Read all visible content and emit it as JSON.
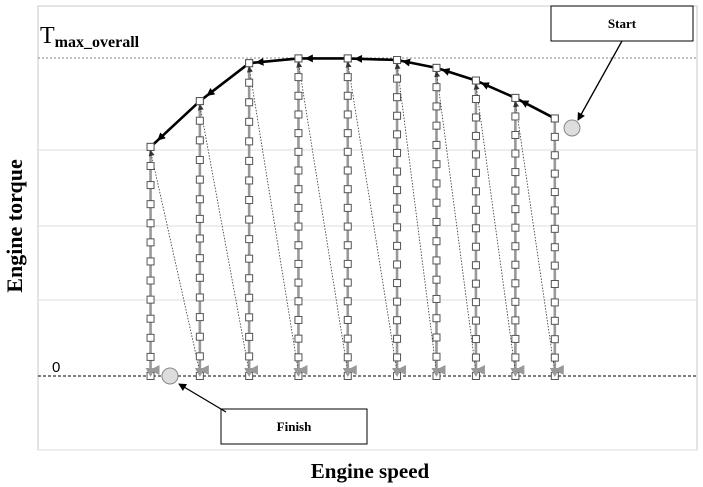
{
  "labels": {
    "y_axis": "Engine torque",
    "x_axis": "Engine speed",
    "tmax_main": "T",
    "tmax_sub": "max_overall",
    "zero": "0",
    "start": "Start",
    "finish": "Finish"
  },
  "diagram": {
    "envelope_points": [
      {
        "speed": 3.5,
        "torque": 0.725
      },
      {
        "speed": 4.5,
        "torque": 0.87
      },
      {
        "speed": 5.5,
        "torque": 0.99
      },
      {
        "speed": 6.5,
        "torque": 1.005
      },
      {
        "speed": 7.5,
        "torque": 1.005
      },
      {
        "speed": 8.5,
        "torque": 1.0
      },
      {
        "speed": 9.3,
        "torque": 0.975
      },
      {
        "speed": 10.1,
        "torque": 0.935
      },
      {
        "speed": 10.9,
        "torque": 0.88
      },
      {
        "speed": 11.7,
        "torque": 0.815
      }
    ],
    "zero_markers": 11,
    "colors": {
      "envelope": "#000000",
      "downward_sweep": "#999999",
      "transition": "#333333",
      "marker_fill": "#ffffff",
      "marker_stroke": "#555555",
      "endpoint_fill": "#dddddd",
      "grid": "#dcdcdc"
    }
  }
}
